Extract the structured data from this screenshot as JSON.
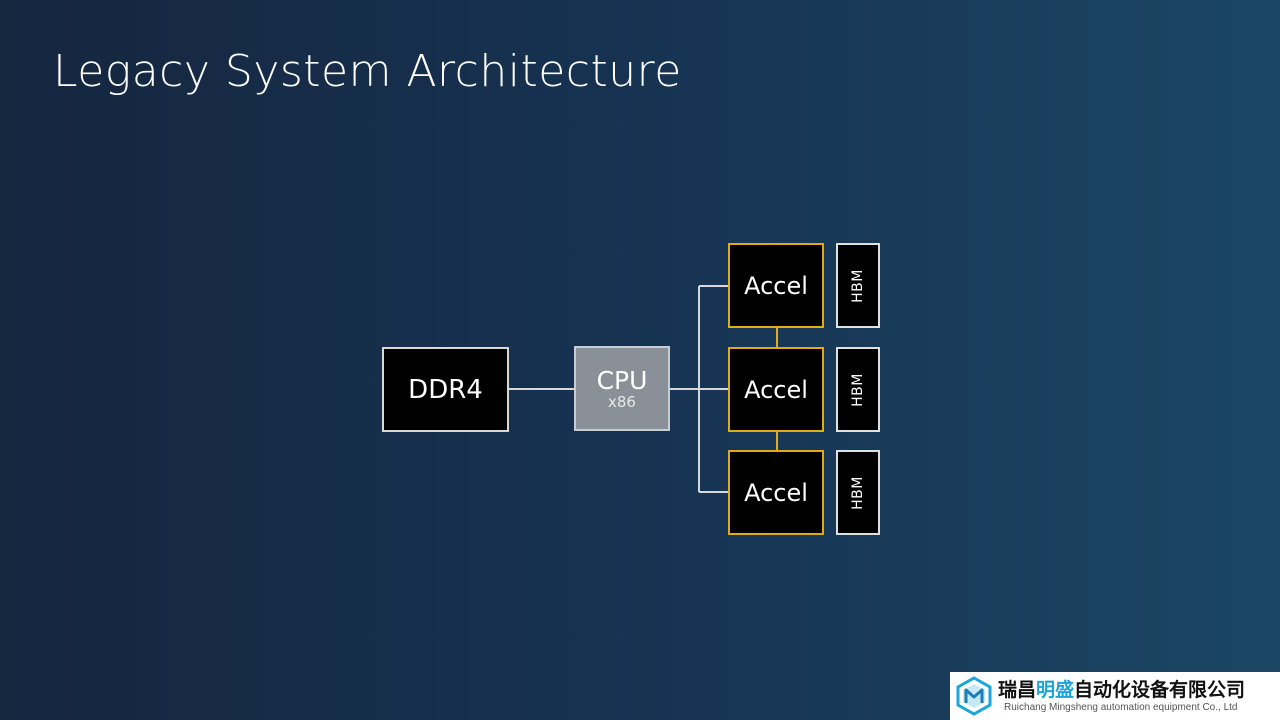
{
  "slide": {
    "title": "Legacy System Architecture"
  },
  "diagram": {
    "memory": {
      "label": "DDR4"
    },
    "cpu": {
      "label": "CPU",
      "sublabel": "x86"
    },
    "accelerators": [
      {
        "label": "Accel",
        "memory": "HBM"
      },
      {
        "label": "Accel",
        "memory": "HBM"
      },
      {
        "label": "Accel",
        "memory": "HBM"
      }
    ],
    "colors": {
      "accel_border": "#e0aa1c",
      "cpu_fill": "#8a9098",
      "connector": "#d8d8d8"
    }
  },
  "watermark": {
    "company_cn_part1": "瑞昌",
    "company_cn_accent": "明盛",
    "company_cn_part2": "自动化设备有限公司",
    "company_en": "Ruichang Mingsheng automation equipment Co., Ltd"
  }
}
